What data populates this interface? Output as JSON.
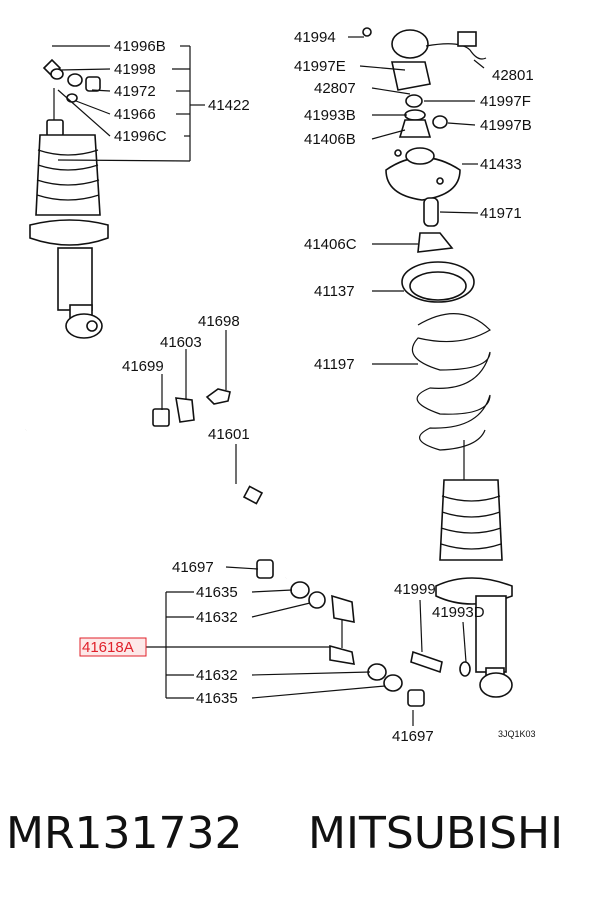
{
  "labels": {
    "p41996B": "41996B",
    "p41998": "41998",
    "p41972": "41972",
    "p41966": "41966",
    "p41996C": "41996C",
    "p41422": "41422",
    "p41994": "41994",
    "p41997E": "41997E",
    "p42801": "42801",
    "p42807": "42807",
    "p41997F": "41997F",
    "p41993B": "41993B",
    "p41997B": "41997B",
    "p41406B": "41406B",
    "p41433": "41433",
    "p41971": "41971",
    "p41406C": "41406C",
    "p41137": "41137",
    "p41197": "41197",
    "p41698": "41698",
    "p41603": "41603",
    "p41699": "41699",
    "p41601": "41601",
    "p41697a": "41697",
    "p41635a": "41635",
    "p41632a": "41632",
    "p41618A": "41618A",
    "p41632b": "41632",
    "p41635b": "41635",
    "p41999": "41999",
    "p41993D": "41993D",
    "p41697b": "41697",
    "drawing_code": "3JQ1K03"
  },
  "colors": {
    "highlight": "#e0202a",
    "highlight_fill": "#fde8e8"
  },
  "footer": {
    "part_number": "MR131732",
    "brand": "MITSUBISHI"
  }
}
